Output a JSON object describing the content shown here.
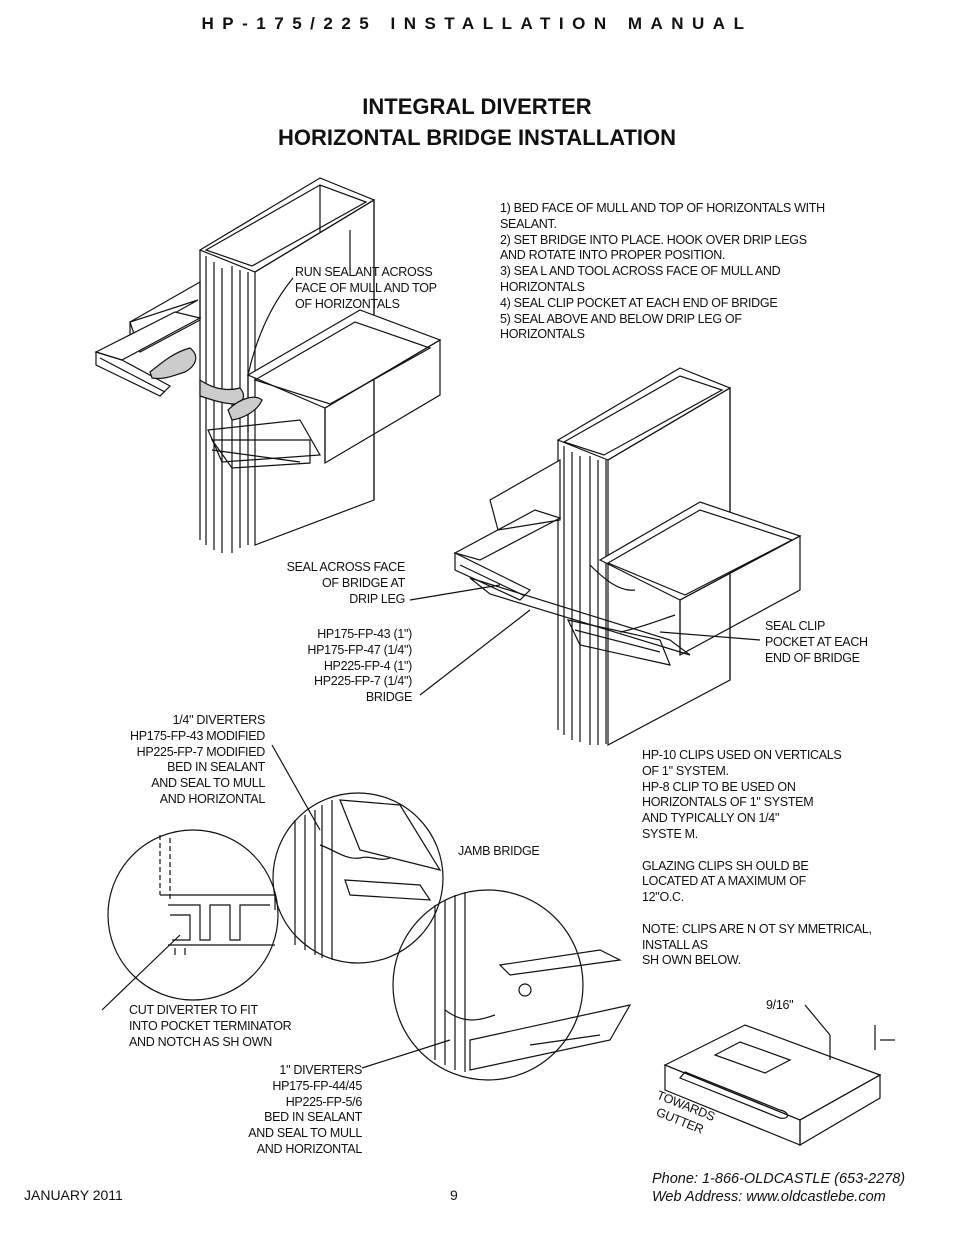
{
  "header": {
    "manual_title": "HP-175/225 INSTALLATION MANUAL"
  },
  "page_title": {
    "line1": "INTEGRAL DIVERTER",
    "line2": "HORIZONTAL BRIDGE INSTALLATION"
  },
  "steps": "1) BED FACE OF MULL AND TOP OF HORIZONTALS WITH\nSEALANT.\n2) SET BRIDGE INTO PLACE. HOOK OVER DRIP LEGS\nAND ROTATE INTO PROPER POSITION.\n3) SEA L AND TOOL ACROSS FACE  OF MULL AND\nHORIZONTALS\n4) SEAL CLIP POCKET AT EACH END OF BRIDGE\n5) SEAL ABOVE AND BELOW DRIP  LEG OF\nHORIZONTALS",
  "callouts": {
    "run_sealant": "RUN SEALANT ACROSS\nFACE OF MULL AND TOP\nOF HORIZONTALS",
    "seal_across": "SEAL ACROSS FACE\nOF BRIDGE AT\nDRIP LEG",
    "bridge_parts": "HP175-FP-43 (1\")\nHP175-FP-47 (1/4\")\nHP225-FP-4 (1\")\nHP225-FP-7 (1/4\")\nBRIDGE",
    "seal_clip": "SEAL CLIP\nPOCKET AT EACH\nEND OF BRIDGE",
    "quarter_diverters": "1/4\" DIVERTERS\nHP175-FP-43 MODIFIED\nHP225-FP-7 MODIFIED\nBED IN SEALANT\nAND SEAL TO MULL\nAND HORIZONTAL",
    "clips_note": "HP-10 CLIPS USED ON VERTICALS\nOF 1\" SYSTEM.\nHP-8 CLIP TO BE USED ON\nHORIZONTALS OF 1\" SYSTEM\nAND TYPICALLY ON 1/4\"\nSYSTE M.\n\nGLAZING CLIPS SH OULD BE\nLOCATED AT A MAXIMUM OF\n12\"O.C.\n\nNOTE: CLIPS ARE N OT SY MMETRICAL,\nINSTALL AS\nSH OWN BELOW.",
    "jamb_bridge": "JAMB BRIDGE",
    "cut_diverter": "CUT DIVERTER TO FIT\nINTO POCKET TERMINATOR\nAND NOTCH AS SH OWN",
    "one_inch_diverters": "1\" DIVERTERS\nHP175-FP-44/45\nHP225-FP-5/6\nBED IN SEALANT\nAND SEAL TO MULL\nAND HORIZONTAL",
    "dimension": "9/16\"",
    "towards_gutter": "TOWARDS\nGUTTER"
  },
  "footer": {
    "date": "JANUARY 2011",
    "page_number": "9",
    "phone": "Phone: 1-866-OLDCASTLE (653-2278)",
    "web": "Web Address: www.oldcastlebe.com"
  }
}
